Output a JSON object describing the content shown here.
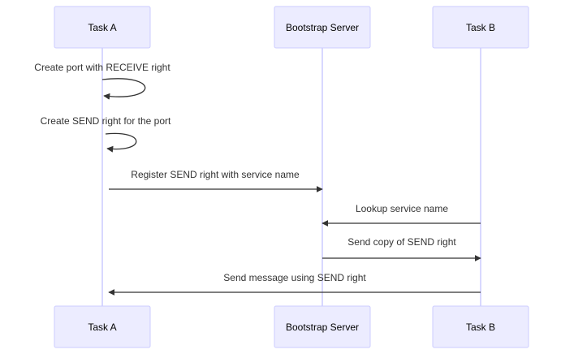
{
  "participants": [
    {
      "id": "taskA",
      "label": "Task A"
    },
    {
      "id": "bootstrap",
      "label": "Bootstrap Server"
    },
    {
      "id": "taskB",
      "label": "Task B"
    }
  ],
  "messages": [
    {
      "from": "taskA",
      "to": "taskA",
      "label": "Create port with RECEIVE right"
    },
    {
      "from": "taskA",
      "to": "taskA",
      "label": "Create SEND right for the port"
    },
    {
      "from": "taskA",
      "to": "bootstrap",
      "label": "Register SEND right with service name"
    },
    {
      "from": "taskB",
      "to": "bootstrap",
      "label": "Lookup service name"
    },
    {
      "from": "bootstrap",
      "to": "taskB",
      "label": "Send copy of SEND right"
    },
    {
      "from": "taskB",
      "to": "taskA",
      "label": "Send message using SEND right"
    }
  ],
  "colors": {
    "actor_fill": "#ECECFF",
    "actor_stroke": "#CCCCFF",
    "lifeline": "#CCCCFF",
    "message": "#333333"
  }
}
